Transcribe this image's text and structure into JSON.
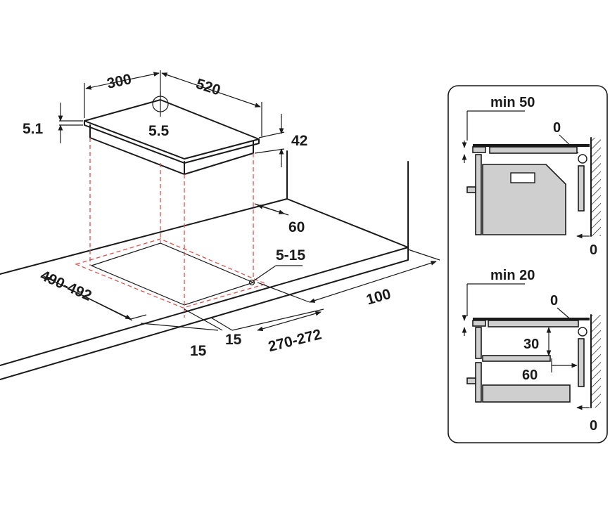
{
  "labels": {
    "top_width": "300",
    "top_depth": "520",
    "glass_thickness": "5.1",
    "fixing_point": "5.5",
    "body_height": "42",
    "clearance_back": "60",
    "gap_range": "5-15",
    "cutout_width": "490-492",
    "side_clearance": "100",
    "margin_left": "15",
    "margin_right": "15",
    "cutout_depth": "270-272"
  },
  "detail_top": {
    "min_label": "min 50",
    "zero_top": "0",
    "zero_bottom": "0"
  },
  "detail_bottom": {
    "min_label": "min 20",
    "zero_top": "0",
    "gap_label": "30",
    "depth_label": "60",
    "zero_bottom": "0"
  }
}
